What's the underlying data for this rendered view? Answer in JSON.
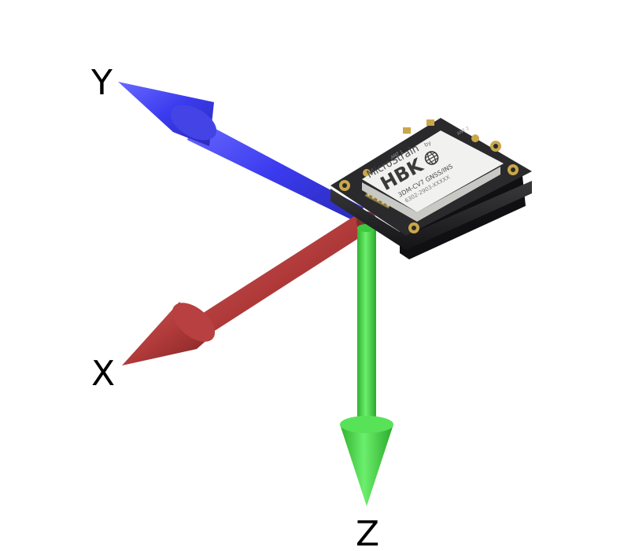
{
  "diagram": {
    "axes": {
      "x": {
        "label": "X",
        "color": "#b13a3a"
      },
      "y": {
        "label": "Y",
        "color": "#3b3bef"
      },
      "z": {
        "label": "Z",
        "color": "#3ed83e"
      }
    },
    "module": {
      "brand": "MicroStrain",
      "brand_suffix": "by",
      "logo": "HBK",
      "model": "3DM-CV7 GNSS/INS",
      "serial": "6302-2903-XXXXX",
      "pad_label_left": "ANT 1",
      "pad_label_right": "ANT 2",
      "board_color": "#2a2a2c",
      "shield_color": "#f1f1ef"
    }
  }
}
